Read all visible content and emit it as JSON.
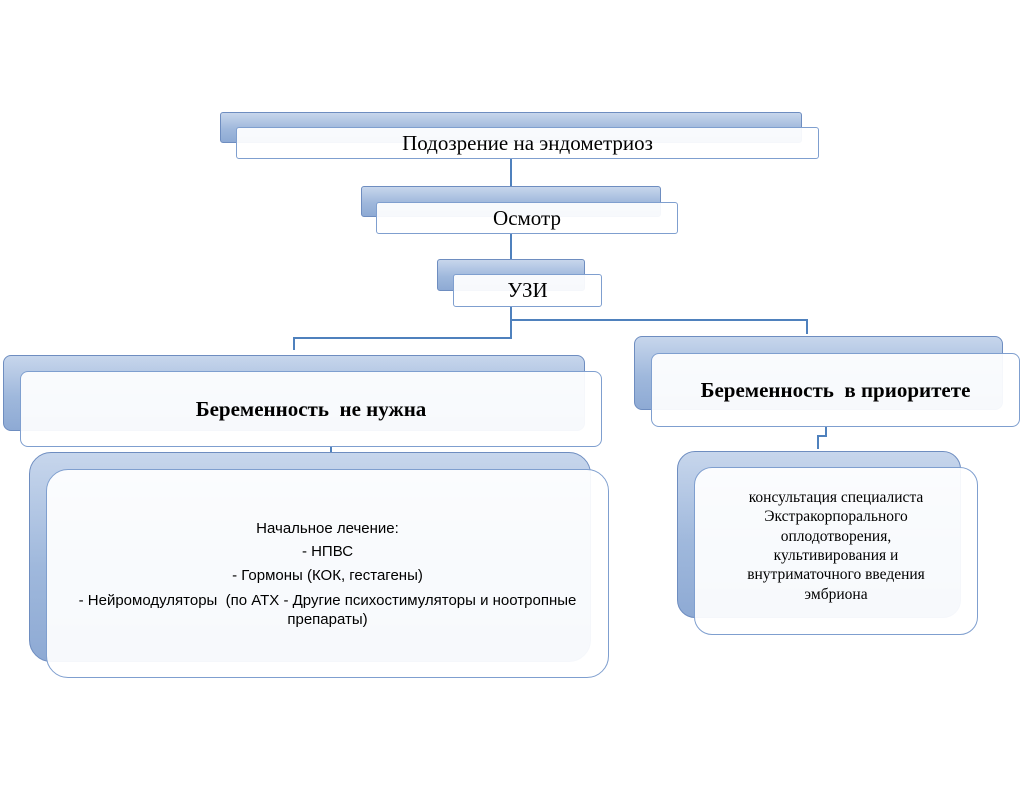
{
  "nodes": {
    "suspicion": {
      "label": "Подозрение на эндометриоз"
    },
    "exam": {
      "label": "Осмотр"
    },
    "ultrasound": {
      "label": "УЗИ"
    },
    "pregnancy_not_needed": {
      "label": "Беременность  не нужна"
    },
    "pregnancy_priority": {
      "label": "Беременность  в приоритете"
    },
    "initial_treatment": {
      "lines": [
        "Начальное лечение:",
        "- НПВС",
        "- Гормоны (КОК, гестагены)",
        "- Нейромодуляторы  (по АТХ - Другие психостимуляторы и ноотропные препараты)"
      ]
    },
    "ivf_consultation": {
      "lines": [
        "консультация специалиста",
        "Экстракорпорального",
        "оплодотворения,",
        "культивирования и",
        "внутриматочного введения",
        "эмбриона"
      ]
    }
  },
  "colors": {
    "box_fill_gradient_top": "#c7d6ec",
    "box_fill_gradient_bottom": "#8eaad4",
    "box_border": "#7f9fcf",
    "connector": "#4f81bd"
  }
}
